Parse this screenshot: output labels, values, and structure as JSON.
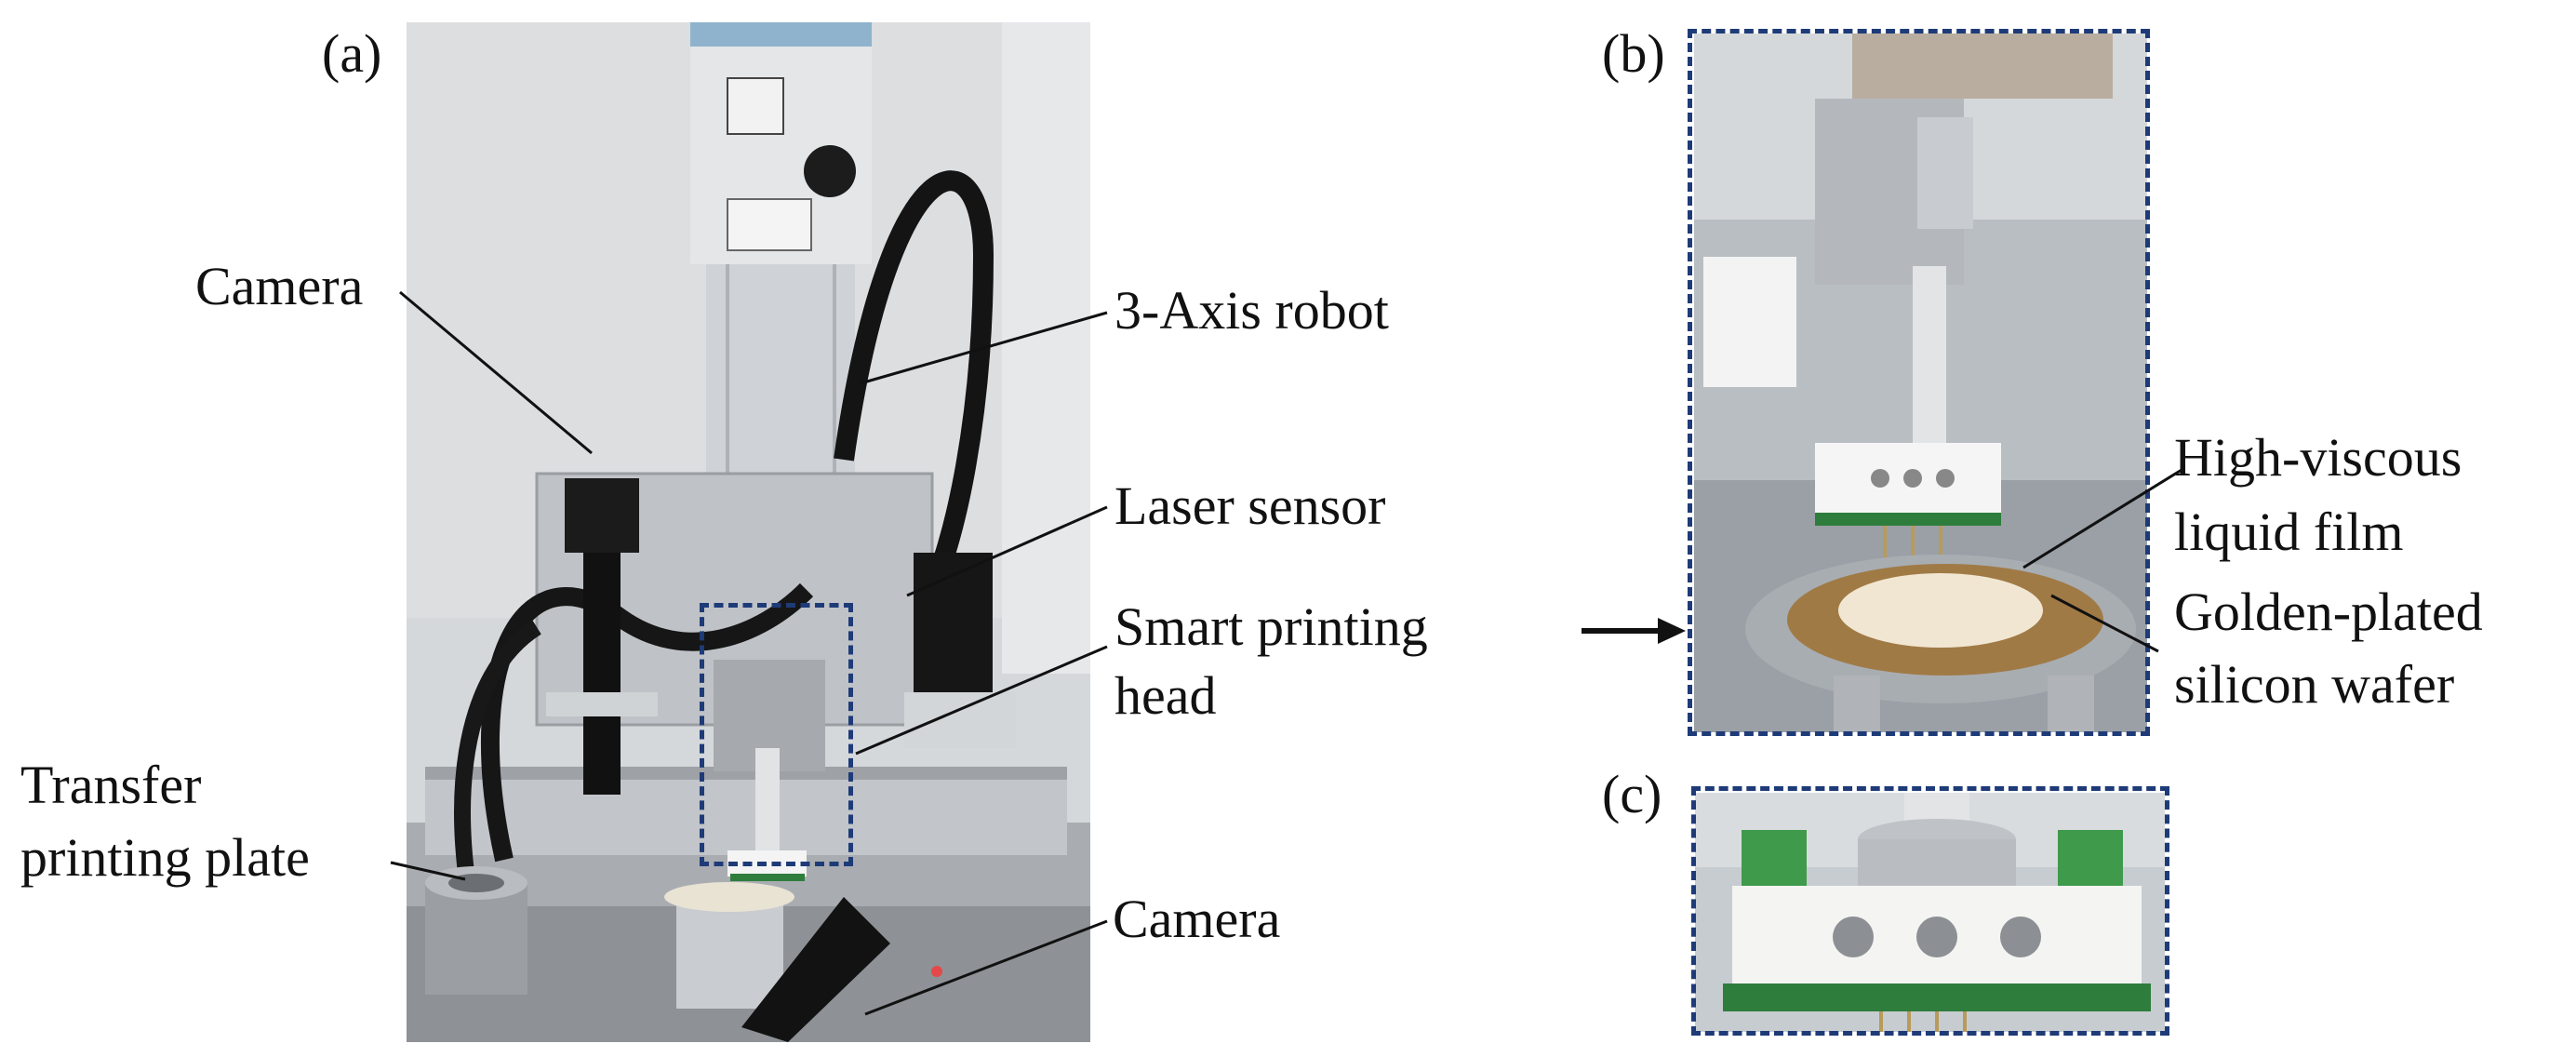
{
  "panels": {
    "a": {
      "letter": "(a)"
    },
    "b": {
      "letter": "(b)"
    },
    "c": {
      "letter": "(c)"
    }
  },
  "labels_a": {
    "camera_top": "Camera",
    "robot": "3-Axis robot",
    "laser": "Laser sensor",
    "head_line1": "Smart printing",
    "head_line2": "head",
    "plate_line1": "Transfer",
    "plate_line2": "printing plate",
    "camera_bottom": "Camera"
  },
  "labels_b": {
    "film_line1": "High-viscous",
    "film_line2": "liquid film",
    "wafer_line1": "Golden-plated",
    "wafer_line2": "silicon wafer"
  },
  "colors": {
    "dash": "#1e3b78",
    "aluminum": "#c9ccd0",
    "wall": "#d6d8da",
    "black": "#151515",
    "pcb": "#2f7d3c",
    "film": "#f1e6d2",
    "brass": "#a07a45"
  }
}
